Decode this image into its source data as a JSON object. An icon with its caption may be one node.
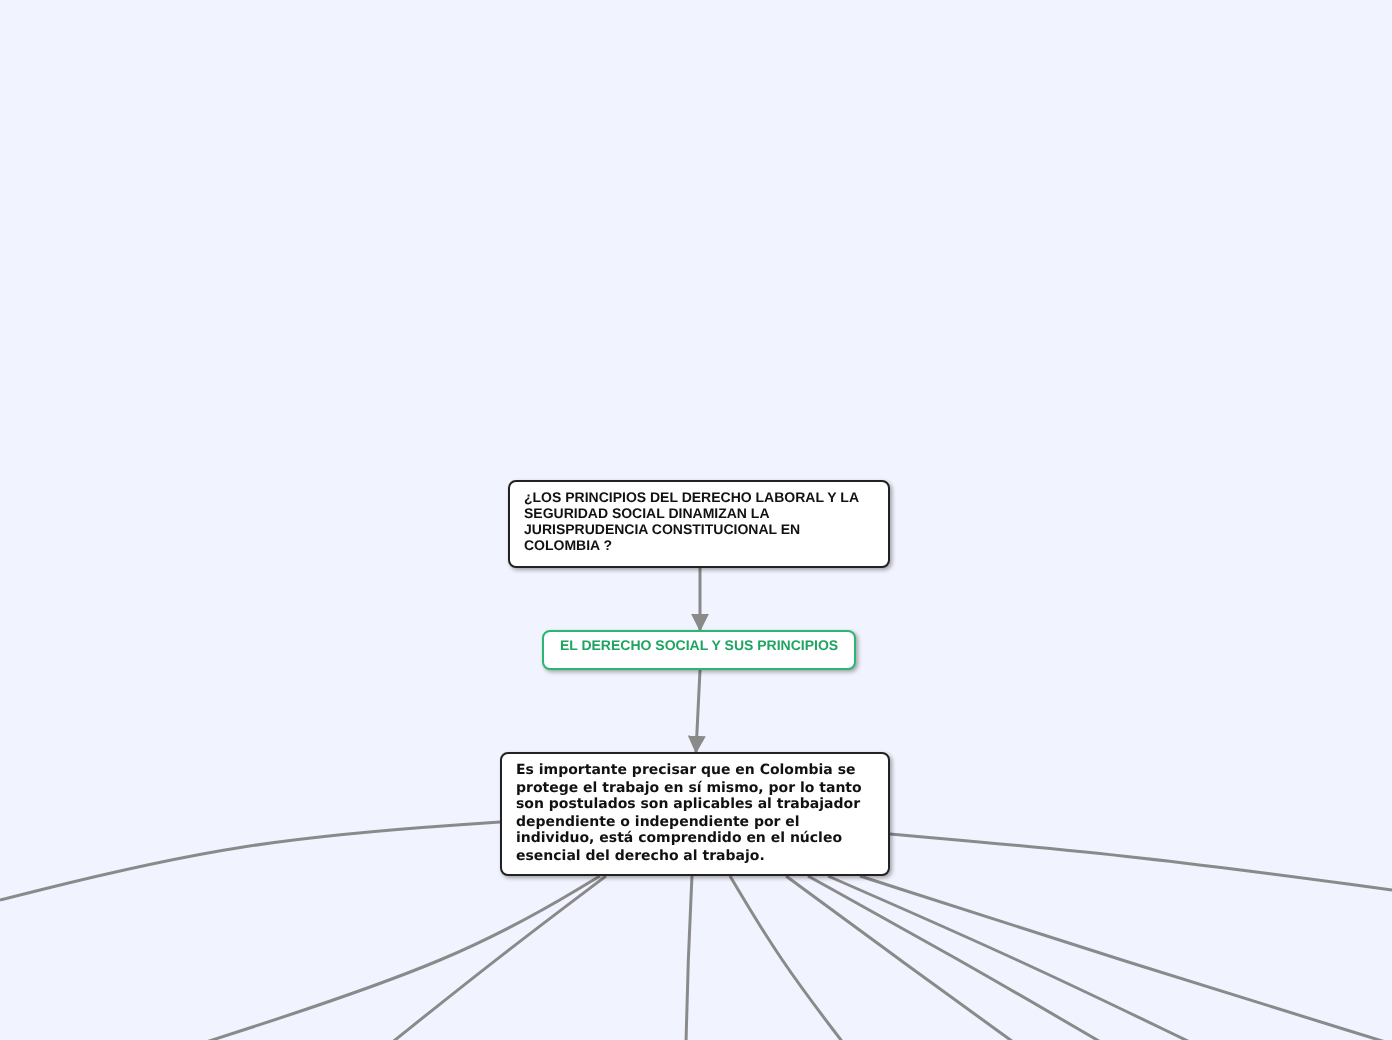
{
  "diagram": {
    "nodes": [
      {
        "text": [
          "¿LOS PRINCIPIOS DEL DERECHO LABORAL Y LA SEGURIDAD SOCIAL DINAMIZAN LA JURISPRUDENCIA CONSTITUCIONAL EN COLOMBIA ?"
        ]
      },
      {
        "text": [
          "EL DERECHO SOCIAL Y SUS PRINCIPIOS"
        ]
      },
      {
        "text": [
          "Es importante precisar que en Colombia se protege el trabajo en sí mismo, por lo tanto son postulados son aplicables al trabajador dependiente o independiente por el individuo, está comprendido en el núcleo esencial del derecho al trabajo."
        ]
      }
    ],
    "edges": [
      {
        "from": 0,
        "to": 1,
        "arrow": "to"
      },
      {
        "from": 1,
        "to": 2,
        "arrow": "to"
      },
      {
        "from": 2,
        "to": null,
        "arrow": "none"
      },
      {
        "from": 2,
        "to": null,
        "arrow": "none"
      },
      {
        "from": 2,
        "to": null,
        "arrow": "none"
      },
      {
        "from": 2,
        "to": null,
        "arrow": "none"
      },
      {
        "from": 2,
        "to": null,
        "arrow": "none"
      },
      {
        "from": 2,
        "to": null,
        "arrow": "none"
      },
      {
        "from": 2,
        "to": null,
        "arrow": "none"
      },
      {
        "from": 2,
        "to": null,
        "arrow": "none"
      },
      {
        "from": 2,
        "to": null,
        "arrow": "none"
      },
      {
        "from": 2,
        "to": null,
        "arrow": "none"
      }
    ]
  }
}
